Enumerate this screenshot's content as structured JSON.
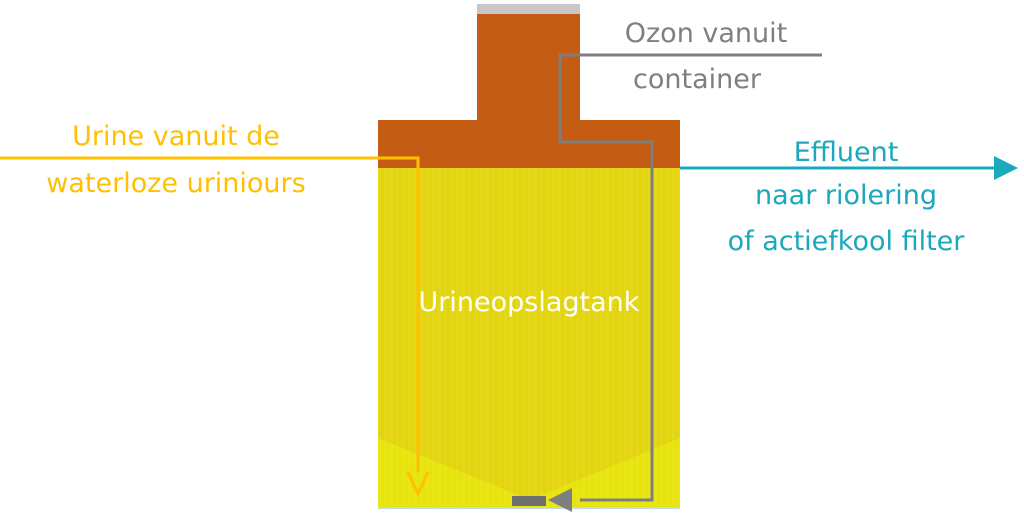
{
  "labels": {
    "ozone_line1": "Ozon vanuit",
    "ozone_line2": "container",
    "urine_line1": "Urine vanuit de",
    "urine_line2": "waterloze uriniours",
    "effluent_line1": "Effluent",
    "effluent_line2": "naar riolering",
    "effluent_line3": "of actiefkool filter",
    "tank": "Urineopslagtank"
  },
  "colors": {
    "tank_top": "#c45c14",
    "tank_liquid": "#e3d40c",
    "tank_bottom_tint": "#e8e40a",
    "lid": "#c8c8c8",
    "ozone_line": "#7f7f7f",
    "urine_line": "#ffc000",
    "urine_text": "#ffc000",
    "effluent": "#1aa8bd",
    "tank_label": "#ffffff",
    "ozone_text": "#7f7f7f"
  }
}
